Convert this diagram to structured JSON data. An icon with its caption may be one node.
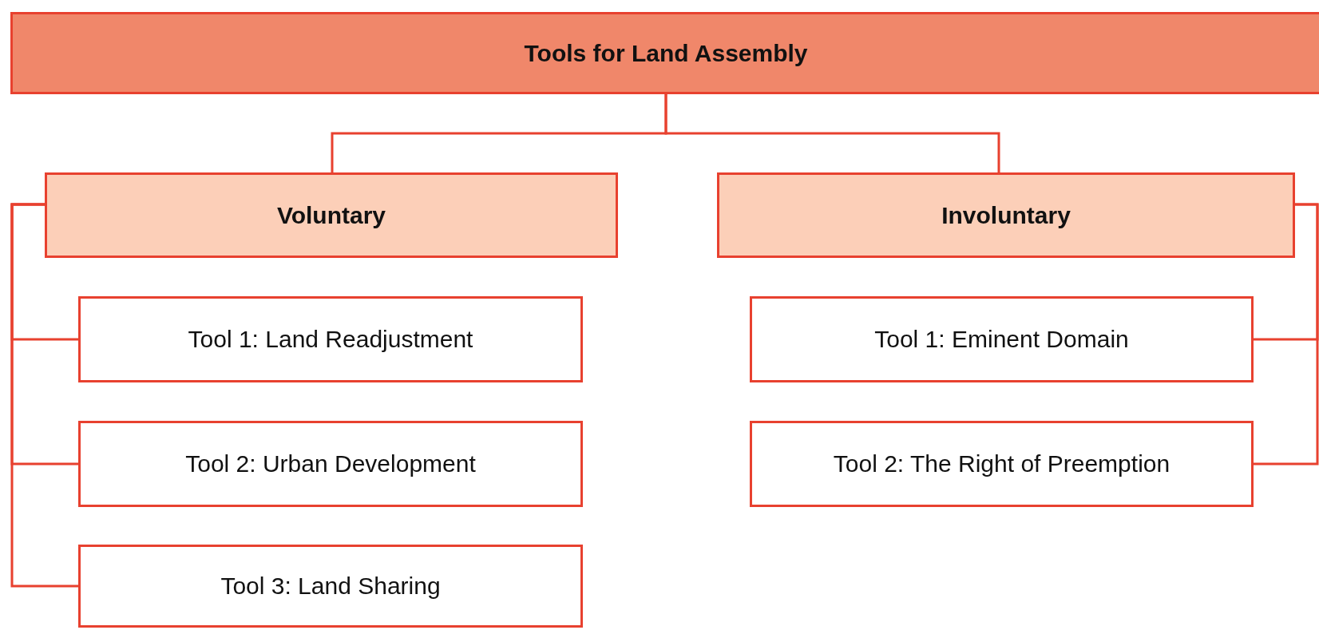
{
  "diagram": {
    "nodes": [
      {
        "text": [
          "Tools for Land Assembly"
        ]
      },
      {
        "text": [
          "Voluntary"
        ]
      },
      {
        "text": [
          "Involuntary"
        ]
      },
      {
        "text": [
          "Tool 1: Land Readjustment"
        ]
      },
      {
        "text": [
          "Tool 2: Urban Development"
        ]
      },
      {
        "text": [
          "Tool 3: Land Sharing"
        ]
      },
      {
        "text": [
          "Tool 1: Eminent Domain"
        ]
      },
      {
        "text": [
          "Tool 2: The Right of Preemption"
        ]
      }
    ],
    "edges": [
      {
        "from": 0,
        "to": 1,
        "arrow": "none"
      },
      {
        "from": 0,
        "to": 2,
        "arrow": "none"
      },
      {
        "from": 1,
        "to": 3,
        "arrow": "none"
      },
      {
        "from": 1,
        "to": 4,
        "arrow": "none"
      },
      {
        "from": 1,
        "to": 5,
        "arrow": "none"
      },
      {
        "from": 2,
        "to": 6,
        "arrow": "none"
      },
      {
        "from": 2,
        "to": 7,
        "arrow": "none"
      }
    ]
  }
}
